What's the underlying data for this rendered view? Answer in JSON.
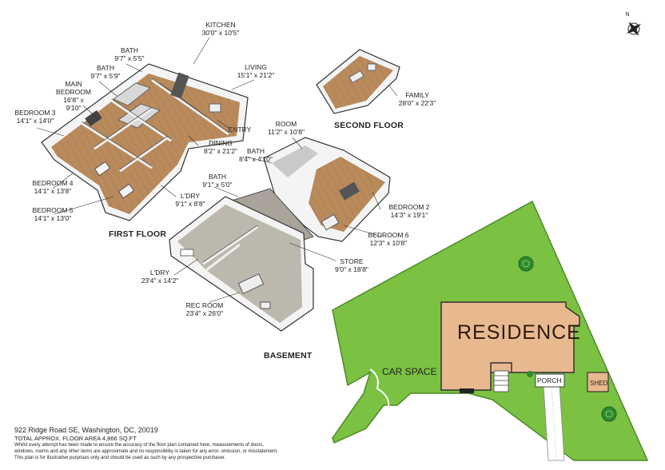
{
  "rooms": {
    "kitchen": {
      "name": "KITCHEN",
      "dims": "30'0\" x 10'5\""
    },
    "bath_a": {
      "name": "BATH",
      "dims": "9'7\" x 5'5\""
    },
    "bath_b": {
      "name": "BATH",
      "dims": "9'7\" x 5'9\""
    },
    "living": {
      "name": "LIVING",
      "dims": "15'1\" x 21'2\""
    },
    "main_bedroom": {
      "name": "MAIN BEDROOM",
      "dims": "16'8\" x 9'10\""
    },
    "bedroom3": {
      "name": "BEDROOM 3",
      "dims": "14'1\" x 14'0\""
    },
    "entry": {
      "name": "ENTRY"
    },
    "dining": {
      "name": "DINING",
      "dims": "8'2\" x 21'2\""
    },
    "bedroom4": {
      "name": "BEDROOM 4",
      "dims": "14'1\" x 13'8\""
    },
    "bedroom5": {
      "name": "BEDROOM 5",
      "dims": "14'1\" x 13'0\""
    },
    "ldry_first": {
      "name": "L'DRY",
      "dims": "9'1\" x 8'8\""
    },
    "family": {
      "name": "FAMILY",
      "dims": "28'0\" x 22'3\""
    },
    "room": {
      "name": "ROOM",
      "dims": "11'2\" x 10'8\""
    },
    "bath_c": {
      "name": "BATH",
      "dims": "8'4\" x 4'10\""
    },
    "bath_d": {
      "name": "BATH",
      "dims": "9'1\" x 5'0\""
    },
    "bedroom2": {
      "name": "BEDROOM 2",
      "dims": "14'3\" x 19'1\""
    },
    "bedroom6": {
      "name": "BEDROOM 6",
      "dims": "12'3\" x 10'8\""
    },
    "store": {
      "name": "STORE",
      "dims": "9'0\" x 18'8\""
    },
    "ldry_base": {
      "name": "L'DRY",
      "dims": "23'4\" x 14'2\""
    },
    "rec_room": {
      "name": "REC ROOM",
      "dims": "23'4\" x 26'0\""
    }
  },
  "floors": {
    "first": "FIRST FLOOR",
    "second": "SECOND FLOOR",
    "basement": "BASEMENT"
  },
  "site": {
    "residence": "RESIDENCE",
    "car_space": "CAR SPACE",
    "porch": "PORCH",
    "shed": "SHED"
  },
  "compass": "N",
  "footer": {
    "address": "922 Ridge Road SE, Washington, DC, 20019",
    "area": "TOTAL APPROX. FLOOR AREA 4,866 SQ.FT",
    "disclaimer1": "Whilst every attempt has been made to ensure the accuracy of the floor plan contained here, measurements of doors,",
    "disclaimer2": "windows, rooms and any other items are approximate and no responsibility is taken for any error, omission, or misstatement.",
    "disclaimer3": "This plan is for illustrative purposes only and should be used as such by any prospective purchaser."
  },
  "colors": {
    "lawn": "#7bc142",
    "lawn_edge": "#4e8a2a",
    "residence": "#e8b98f",
    "wood_floor": "#b98a5c",
    "tile_floor": "#a9a39b",
    "carpet": "#bdb8ae",
    "wall": "#f4f4f4"
  }
}
